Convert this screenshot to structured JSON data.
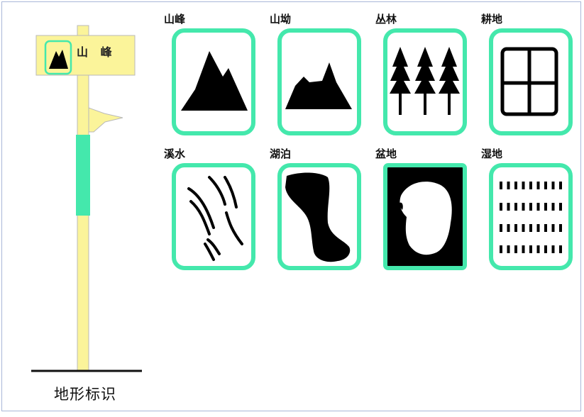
{
  "page": {
    "caption": "地形标识"
  },
  "signpost": {
    "sign_label": "山 峰",
    "colors": {
      "post": "#fbf49a",
      "post_border": "#b9b9b9",
      "band": "#44e8ac",
      "ground": "#111111"
    }
  },
  "tiles": [
    {
      "label": "山峰",
      "icon": "mountain-peak-icon"
    },
    {
      "label": "山坳",
      "icon": "mountain-pass-icon"
    },
    {
      "label": "丛林",
      "icon": "forest-icon"
    },
    {
      "label": "耕地",
      "icon": "farmland-icon"
    },
    {
      "label": "溪水",
      "icon": "stream-icon"
    },
    {
      "label": "湖泊",
      "icon": "lake-icon"
    },
    {
      "label": "盆地",
      "icon": "basin-icon"
    },
    {
      "label": "湿地",
      "icon": "wetland-icon"
    }
  ],
  "colors": {
    "tile_border": "#44e8ac",
    "icon_fill": "#000000",
    "background": "#ffffff"
  }
}
